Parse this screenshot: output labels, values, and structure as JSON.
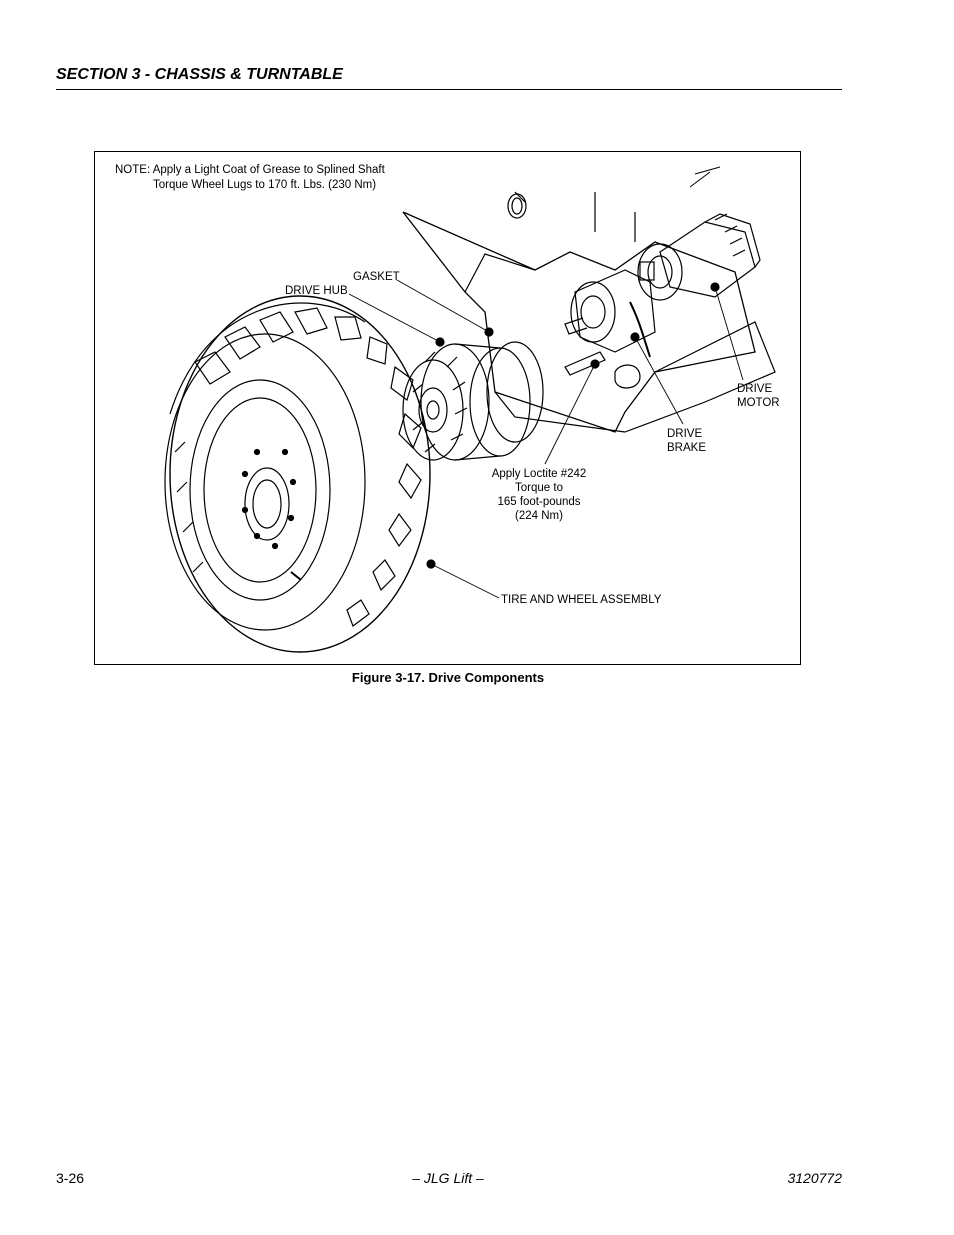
{
  "header": {
    "section_title": "SECTION 3 - CHASSIS & TURNTABLE"
  },
  "figure": {
    "note_line1": "NOTE: Apply a Light Coat of Grease to Splined Shaft",
    "note_line2": "Torque Wheel Lugs to 170 ft. Lbs. (230 Nm)",
    "labels": {
      "gasket": "GASKET",
      "drive_hub": "DRIVE HUB",
      "drive_motor_1": "DRIVE",
      "drive_motor_2": "MOTOR",
      "drive_brake_1": "DRIVE",
      "drive_brake_2": "BRAKE",
      "loctite_1": "Apply Loctite #242",
      "loctite_2": "Torque to",
      "loctite_3": "165 foot-pounds",
      "loctite_4": "(224 Nm)",
      "tire_wheel": "TIRE AND WHEEL ASSEMBLY"
    },
    "caption": "Figure 3-17.  Drive Components"
  },
  "footer": {
    "page_number": "3-26",
    "publisher": "– JLG Lift –",
    "doc_number": "3120772"
  }
}
